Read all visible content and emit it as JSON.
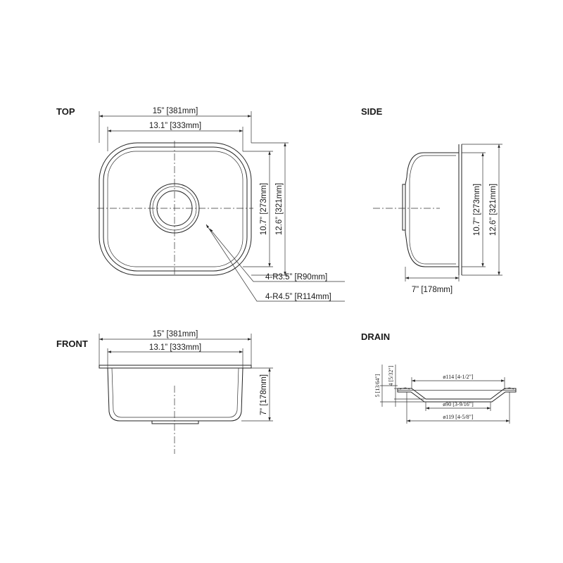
{
  "views": {
    "top": {
      "title": "TOP",
      "outer_width": "15” [381mm]",
      "inner_width": "13.1” [333mm]",
      "inner_length": "10.7” [273mm]",
      "outer_length": "12.6” [321mm]",
      "radius_inner": "4-R3.5” [R90mm]",
      "radius_outer": "4-R4.5” [R114mm]"
    },
    "side": {
      "title": "SIDE",
      "inner_length": "10.7” [273mm]",
      "outer_length": "12.6” [321mm]",
      "depth": "7” [178mm]"
    },
    "front": {
      "title": "FRONT",
      "outer_width": "15” [381mm]",
      "inner_width": "13.1” [333mm]",
      "depth": "7” [178mm]"
    },
    "drain": {
      "title": "DRAIN",
      "height_a": "5 [13/64\"]",
      "height_b": "4 [5/32\"]",
      "dia_top": "ø114 [4-1/2\"]",
      "dia_bottom": "ø90 [3-9/16\"]",
      "dia_overall": "ø119 [4-5/8\"]"
    }
  }
}
